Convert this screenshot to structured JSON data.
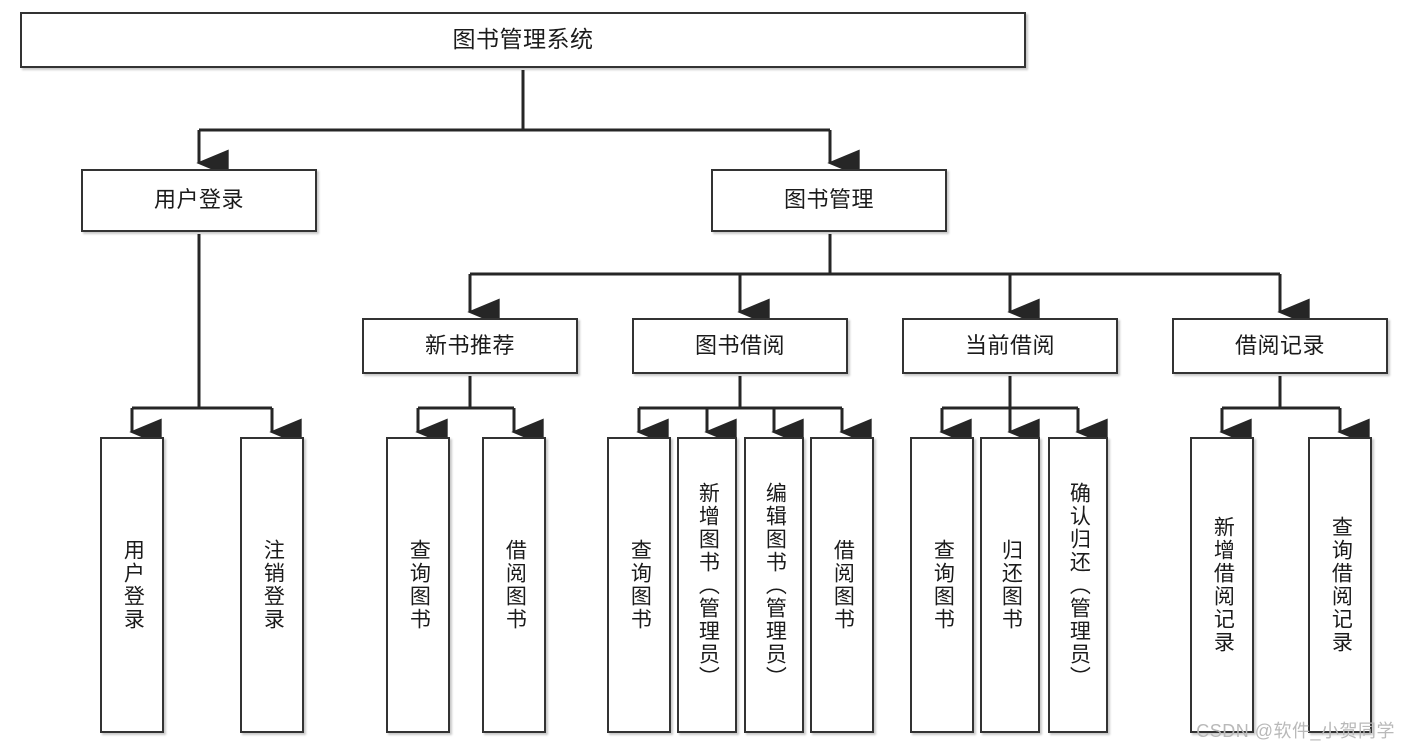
{
  "diagram": {
    "title": "图书管理系统",
    "watermark": "CSDN @软件_小贺同学",
    "style": {
      "border_color": "#333333",
      "fill_color": "#ffffff",
      "text_color": "#1b1b1b",
      "line_color": "#262626",
      "watermark_color": "#b9b9b9",
      "background": "#ffffff"
    },
    "nodes": {
      "root": {
        "label": "图书管理系统"
      },
      "level2": [
        {
          "key": "user-login",
          "label": "用户登录"
        },
        {
          "key": "book-management",
          "label": "图书管理"
        }
      ],
      "level3": [
        {
          "key": "new-book-recommend",
          "label": "新书推荐"
        },
        {
          "key": "book-borrow",
          "label": "图书借阅"
        },
        {
          "key": "current-borrow",
          "label": "当前借阅"
        },
        {
          "key": "borrow-record",
          "label": "借阅记录"
        }
      ],
      "leaves": {
        "user_login": [
          {
            "key": "leaf-user-login",
            "label": "用户登录"
          },
          {
            "key": "leaf-logout-login",
            "label": "注销登录"
          }
        ],
        "new_book_recommend": [
          {
            "key": "leaf-query-book-1",
            "label": "查询图书"
          },
          {
            "key": "leaf-borrow-book-1",
            "label": "借阅图书"
          }
        ],
        "book_borrow": [
          {
            "key": "leaf-query-book-2",
            "label": "查询图书"
          },
          {
            "key": "leaf-add-book",
            "label": "新增图书（管理员）"
          },
          {
            "key": "leaf-edit-book",
            "label": "编辑图书（管理员）"
          },
          {
            "key": "leaf-borrow-book-2",
            "label": "借阅图书"
          }
        ],
        "current_borrow": [
          {
            "key": "leaf-query-book-3",
            "label": "查询图书"
          },
          {
            "key": "leaf-return-book",
            "label": "归还图书"
          },
          {
            "key": "leaf-confirm-return",
            "label": "确认归还（管理员）"
          }
        ],
        "borrow_record": [
          {
            "key": "leaf-add-record",
            "label": "新增借阅记录"
          },
          {
            "key": "leaf-query-record",
            "label": "查询借阅记录"
          }
        ]
      }
    }
  }
}
